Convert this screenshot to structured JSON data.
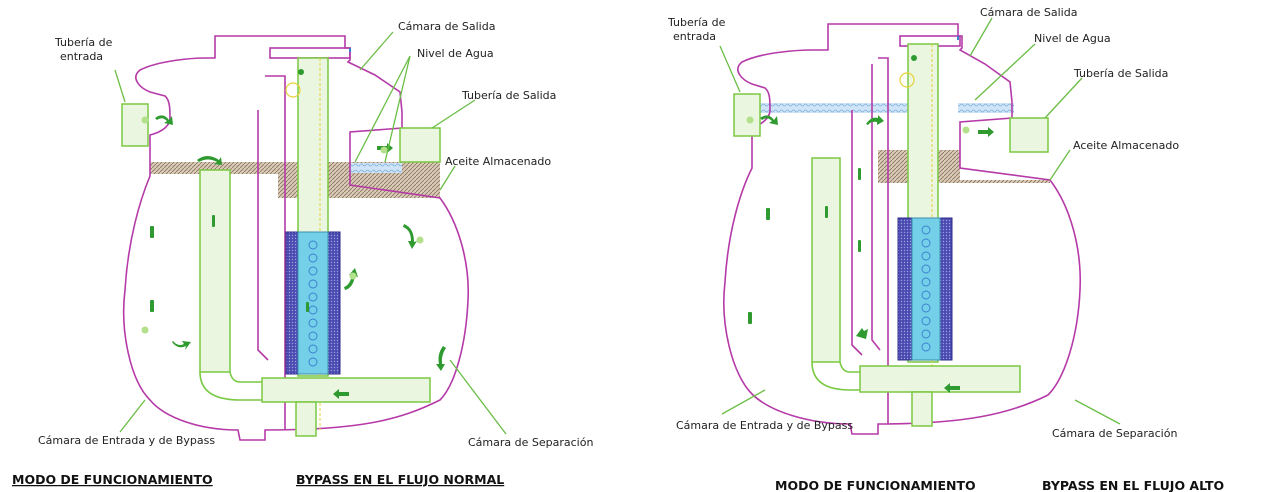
{
  "left": {
    "labels": {
      "inlet_pipe": "Tubería de\nentrada",
      "outlet_chamber": "Cámara de Salida",
      "water_level": "Nivel de Agua",
      "outlet_pipe": "Tubería de Salida",
      "stored_oil": "Aceite Almacenado",
      "inlet_bypass_chamber": "Cámara de Entrada y de Bypass",
      "separation_chamber": "Cámara de Separación"
    },
    "caption_mode": "MODO DE FUNCIONAMIENTO",
    "caption_flow": "BYPASS EN EL FLUJO NORMAL"
  },
  "right": {
    "labels": {
      "inlet_pipe": "Tubería de\nentrada",
      "outlet_chamber": "Cámara de Salida",
      "water_level": "Nivel de Agua",
      "outlet_pipe": "Tubería de Salida",
      "stored_oil": "Aceite Almacenado",
      "inlet_bypass_chamber": "Cámara de Entrada y de Bypass",
      "separation_chamber": "Cámara de Separación"
    },
    "caption_mode": "MODO DE FUNCIONAMIENTO",
    "caption_flow": "BYPASS EN EL FLUJO ALTO"
  },
  "colors": {
    "tank": "#b53aa8",
    "pipe": "#7ac943",
    "oil": "#a08770",
    "water": "#9cc7ea",
    "filter": "#2c2a8a",
    "core": "#74cfe8"
  }
}
